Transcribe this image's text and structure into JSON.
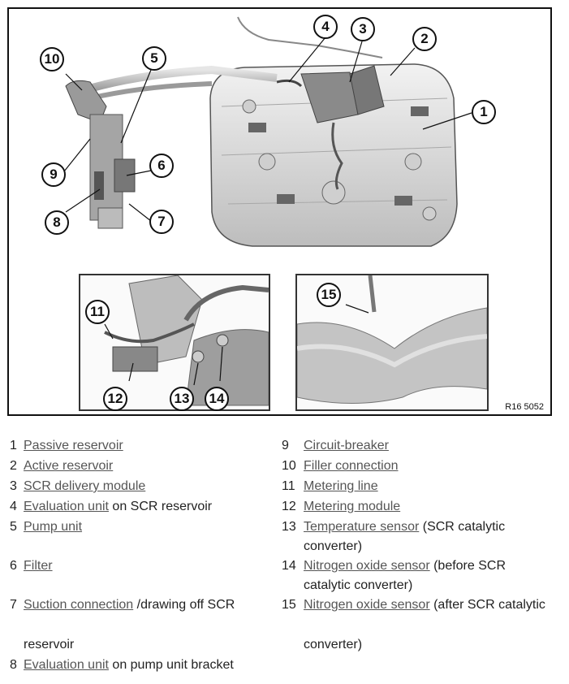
{
  "figure": {
    "code": "R16 5052",
    "callouts": [
      "1",
      "2",
      "3",
      "4",
      "5",
      "6",
      "7",
      "8",
      "9",
      "10",
      "11",
      "12",
      "13",
      "14",
      "15"
    ]
  },
  "legend": {
    "left": [
      {
        "num": "1",
        "link": "Passive reservoir",
        "rest": "",
        "rest2": "",
        "rest3": ""
      },
      {
        "num": "2",
        "link": "Active reservoir",
        "rest": "",
        "rest2": "",
        "rest3": ""
      },
      {
        "num": "3",
        "link": "SCR delivery module",
        "rest": "",
        "rest2": "",
        "rest3": ""
      },
      {
        "num": "4",
        "link": "Evaluation unit",
        "rest": " on SCR reservoir",
        "rest2": "",
        "rest3": ""
      },
      {
        "num": "5",
        "link": "Pump unit",
        "rest": "",
        "rest2": "",
        "rest3": ""
      },
      {
        "num": "6",
        "link": "Filter",
        "rest": "",
        "rest2": "",
        "rest3": ""
      },
      {
        "num": "7",
        "link": "Suction connection",
        "rest": " /drawing off SCR",
        "rest2": "",
        "rest3": "reservoir"
      },
      {
        "num": "8",
        "link": "Evaluation unit",
        "rest": " on pump unit bracket",
        "rest2": "",
        "rest3": ""
      }
    ],
    "right": [
      {
        "num": "9",
        "link": "Circuit-breaker",
        "rest": "",
        "rest2": ""
      },
      {
        "num": "10",
        "link": "Filler connection",
        "rest": "",
        "rest2": ""
      },
      {
        "num": "11",
        "link": "Metering line",
        "rest": "",
        "rest2": ""
      },
      {
        "num": "12",
        "link": "Metering module",
        "rest": "",
        "rest2": ""
      },
      {
        "num": "13",
        "link": "Temperature sensor",
        "rest": " (SCR catalytic",
        "rest2": "converter)"
      },
      {
        "num": "14",
        "link": "Nitrogen oxide sensor",
        "rest": " (before SCR",
        "rest2": "catalytic converter)"
      },
      {
        "num": "15",
        "link": "Nitrogen oxide sensor",
        "rest": " (after SCR catalytic",
        "rest2": "converter)"
      }
    ]
  }
}
